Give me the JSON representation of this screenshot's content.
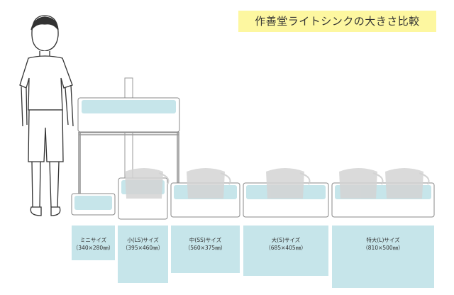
{
  "title": "作善堂ライトシンクの大きさ比較",
  "sizes": [
    {
      "name": "ミニサイズ",
      "dims": "（340×280㎜）"
    },
    {
      "name": "小(LS)サイズ",
      "dims": "（395×460㎜）"
    },
    {
      "name": "中(SS)サイズ",
      "dims": "（560×375㎜）"
    },
    {
      "name": "大(S)サイズ",
      "dims": "（685×405㎜）"
    },
    {
      "name": "特大(L)サイズ",
      "dims": "（810×500㎜）"
    }
  ],
  "colors": {
    "water": "#c6e5ea",
    "title_bg": "#fdf7a0",
    "bucket": "#d4d4d4",
    "outline": "#777777"
  }
}
